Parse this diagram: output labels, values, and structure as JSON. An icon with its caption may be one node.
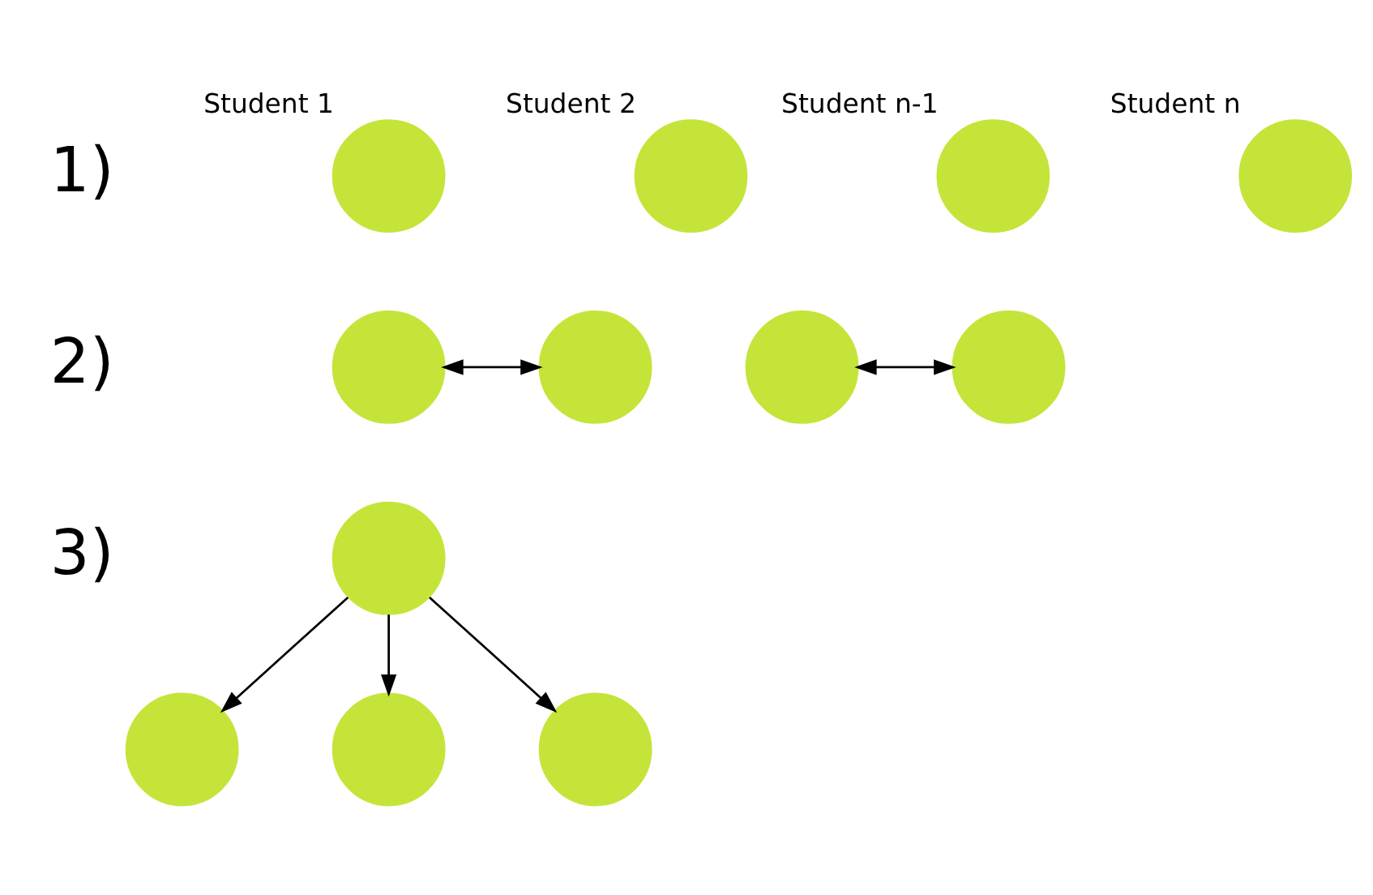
{
  "diagram": {
    "nodes": [
      {
        "text": [],
        "shape": "circle",
        "beside": [
          "Student 1"
        ]
      },
      {
        "text": [],
        "shape": "circle",
        "beside": [
          "Student 2"
        ]
      },
      {
        "text": [],
        "shape": "circle",
        "beside": [
          "Student n-1"
        ]
      },
      {
        "text": [],
        "shape": "circle",
        "beside": [
          "Student n"
        ]
      },
      {
        "text": [],
        "shape": "circle"
      },
      {
        "text": [],
        "shape": "circle"
      },
      {
        "text": [],
        "shape": "circle"
      },
      {
        "text": [],
        "shape": "circle"
      },
      {
        "text": [],
        "shape": "circle"
      },
      {
        "text": [],
        "shape": "circle"
      },
      {
        "text": [],
        "shape": "circle"
      },
      {
        "text": [],
        "shape": "circle"
      }
    ],
    "edges": [
      {
        "from": 4,
        "to": 5,
        "arrow": "both"
      },
      {
        "from": 6,
        "to": 7,
        "arrow": "both"
      },
      {
        "from": 8,
        "to": 9,
        "arrow": "to"
      },
      {
        "from": 8,
        "to": 10,
        "arrow": "to"
      },
      {
        "from": 8,
        "to": 11,
        "arrow": "to"
      }
    ],
    "labels": [
      "1)",
      "2)",
      "3)"
    ]
  }
}
